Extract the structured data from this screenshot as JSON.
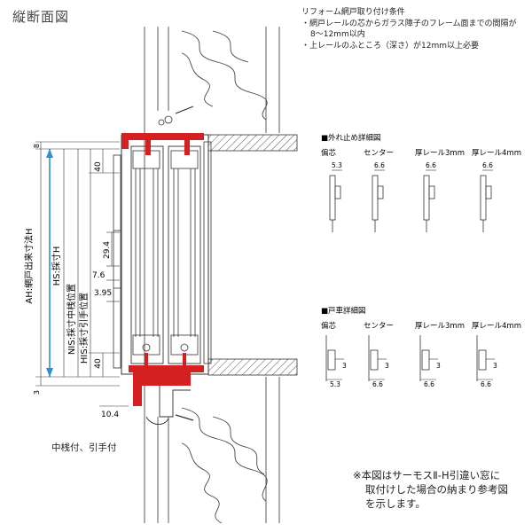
{
  "title": "縦断面図",
  "notes": {
    "heading": "リフォーム網戸取り付け条件",
    "bullet1_line1": "・網戸レールの芯からガラス障子のフレーム面までの間隔が",
    "bullet1_line2": "8〜12mm以内",
    "bullet2": "・上レールのふところ（深さ）が12mm以上必要"
  },
  "caption": "中桟付、引手付",
  "bottom_note": {
    "line1": "※本図はサーモスⅡ-H引違い窓に",
    "line2": "取付けした場合の納まり参考図",
    "line3": "を示します。"
  },
  "left_dims": {
    "ah": "AH:網戸出来寸法H",
    "hs": "HS:採寸H",
    "nis": "NIS:採寸中桟位置",
    "his": "HIS:採寸引手位置",
    "top8": "8",
    "bot3": "3",
    "d40a": "40",
    "d40b": "40",
    "d29_4": "29.4",
    "d7_6": "7.6",
    "d3_95": "3.95",
    "d10_4": "10.4"
  },
  "detail_top": {
    "heading": "■外れ止め詳細図",
    "labels": [
      "偏芯",
      "センター",
      "厚レール3mm",
      "厚レール4mm"
    ],
    "values": [
      "5.3",
      "6.6",
      "6.6",
      "6.6"
    ]
  },
  "detail_bottom": {
    "heading": "■戸車詳細図",
    "labels": [
      "偏芯",
      "センター",
      "厚レール3mm",
      "厚レール4mm"
    ],
    "dims_a": [
      "3",
      "3",
      "3",
      "3"
    ],
    "values": [
      "5.3",
      "6.6",
      "6.6",
      "6.6"
    ]
  },
  "colors": {
    "accent_red": "#d42020",
    "dim_blue": "#2a8fd6",
    "hatch": "#555555"
  }
}
